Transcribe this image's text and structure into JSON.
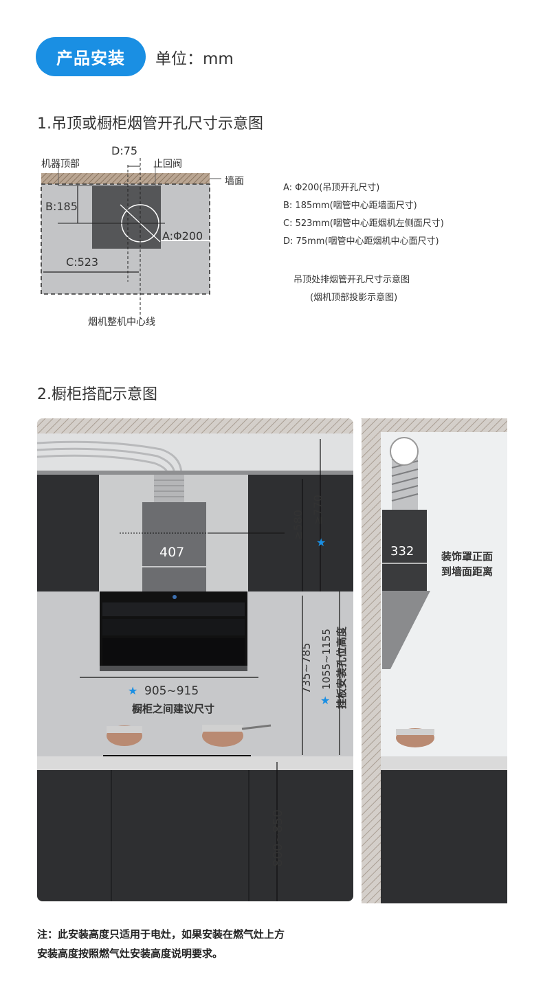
{
  "header": {
    "badge": "产品安装",
    "unit": "单位：mm"
  },
  "section1": {
    "title": "1.吊顶或橱柜烟管开孔尺寸示意图",
    "labels": {
      "machine_top": "机器顶部",
      "d75": "D:75",
      "check_valve": "止回阀",
      "wall": "墙面",
      "b185": "B:185",
      "a200": "A:Φ200",
      "c523": "C:523",
      "centerline": "烟机整机中心线"
    },
    "legend": [
      "A: Φ200(吊顶开孔尺寸)",
      "B: 185mm(咽管中心距墙面尺寸)",
      "C: 523mm(咽管中心距烟机左侧面尺寸)",
      "D: 75mm(咽管中心距烟机中心面尺寸)"
    ],
    "caption_line1": "吊顶处排烟管开孔尺寸示意图",
    "caption_line2": "(烟机顶部投影示意图)"
  },
  "section2": {
    "title": "2.橱柜搭配示意图",
    "dims": {
      "width_407": "407",
      "h580": "≥580",
      "h770": "≥770",
      "w905": "905~915",
      "w905_caption": "橱柜之间建议尺寸",
      "h735": "735~785",
      "h1055": "1055~1155",
      "h1055_caption": "挂板安装孔位高度",
      "h800": "800~850",
      "d332": "332",
      "side_caption_1": "装饰罩正面",
      "side_caption_2": "到墙面距离"
    }
  },
  "notes": [
    "注：此安装高度只适用于电灶，如果安装在燃气灶上方",
    "安装高度按照燃气灶安装高度说明要求。"
  ],
  "colors": {
    "brand_blue": "#1a8fe3",
    "star_blue": "#1a8fe3",
    "cabinet_dark": "#2e2f31",
    "wall_gray": "#c9cacc"
  }
}
